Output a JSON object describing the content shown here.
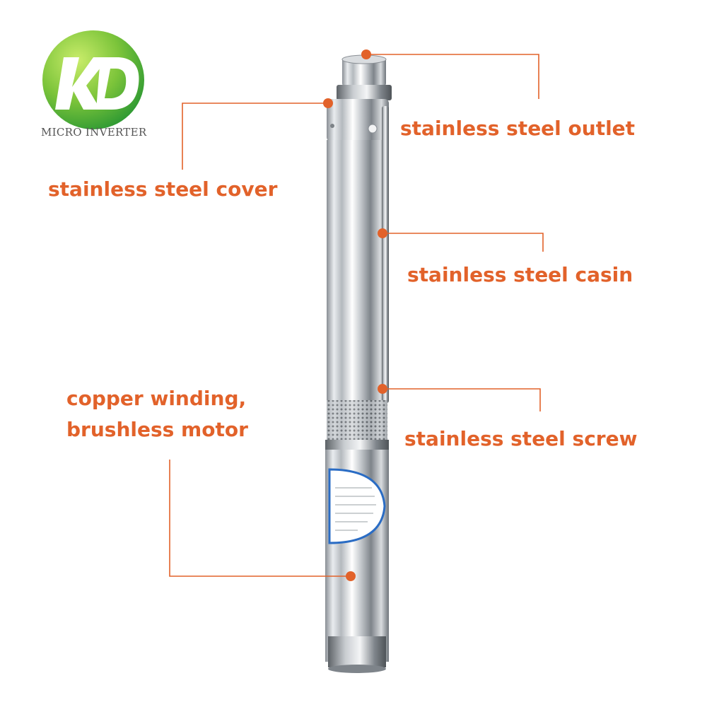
{
  "logo": {
    "letters": "KD",
    "tagline": "MICRO INVERTER",
    "colors": {
      "green_light": "#9bd23c",
      "green_dark": "#3aa335"
    }
  },
  "accent_color": "#e2622a",
  "callouts": {
    "outlet": "stainless steel outlet",
    "cover": "stainless steel cover",
    "casing": "stainless steel casin",
    "motor_line1": "copper winding,",
    "motor_line2": "brushless motor",
    "screw": "stainless steel screw"
  }
}
